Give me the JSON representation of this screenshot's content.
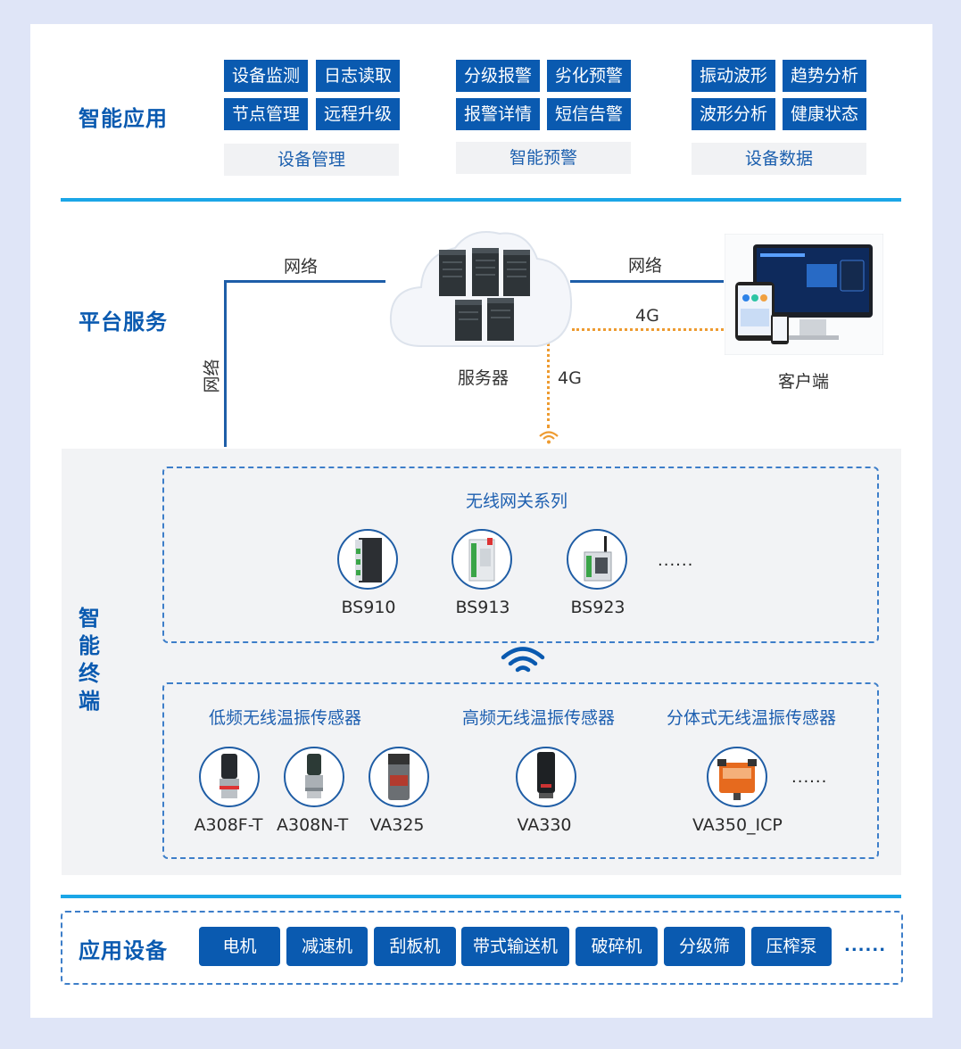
{
  "colors": {
    "primary": "#0a5ab0",
    "rule": "#1ba6e7",
    "link_4g": "#ee9b30",
    "background": "#dfe5f7"
  },
  "apps": {
    "title": "智能应用",
    "groups": [
      {
        "label": "设备管理",
        "items": [
          "设备监测",
          "日志读取",
          "节点管理",
          "远程升级"
        ]
      },
      {
        "label": "智能预警",
        "items": [
          "分级报警",
          "劣化预警",
          "报警详情",
          "短信告警"
        ]
      },
      {
        "label": "设备数据",
        "items": [
          "振动波形",
          "趋势分析",
          "波形分析",
          "健康状态"
        ]
      }
    ]
  },
  "platform": {
    "title": "平台服务",
    "link_network_left": "网络",
    "link_network_vertical": "网络",
    "link_network_right": "网络",
    "link_4g_horizontal": "4G",
    "link_4g_vertical": "4G",
    "server_label": "服务器",
    "client_label": "客户端",
    "server_icon": "cloud-server-icon",
    "client_icon": "monitor-tablet-phone-icon"
  },
  "terminal": {
    "title_chars": [
      "智",
      "能",
      "终",
      "端"
    ],
    "gateways": {
      "title": "无线网关系列",
      "devices": [
        "BS910",
        "BS913",
        "BS923"
      ],
      "more": "......"
    },
    "sensors": {
      "categories": [
        "低频无线温振传感器",
        "高频无线温振传感器",
        "分体式无线温振传感器"
      ],
      "devices": [
        "A308F-T",
        "A308N-T",
        "VA325",
        "VA330",
        "VA350_ICP"
      ],
      "more": "......"
    },
    "wifi_icon": "wifi-icon"
  },
  "equipment": {
    "title": "应用设备",
    "items": [
      "电机",
      "减速机",
      "刮板机",
      "带式输送机",
      "破碎机",
      "分级筛",
      "压榨泵"
    ],
    "more": "......"
  }
}
